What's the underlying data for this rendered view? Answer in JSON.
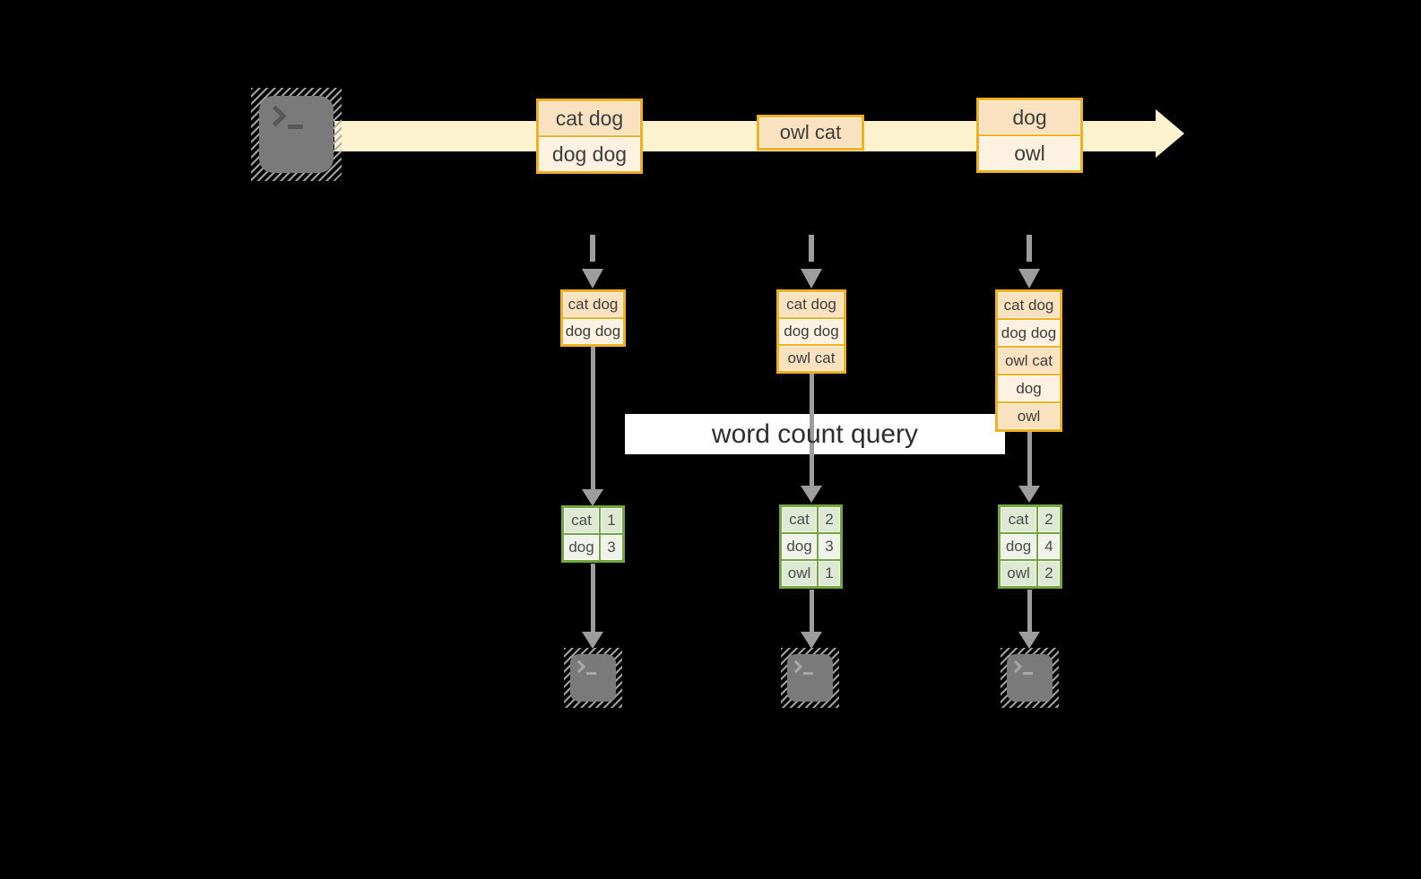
{
  "stream": {
    "batches": [
      {
        "rows": [
          "cat dog",
          "dog dog"
        ]
      },
      {
        "rows": [
          "owl cat"
        ]
      },
      {
        "rows": [
          "dog",
          "owl"
        ]
      }
    ]
  },
  "query_label": "word count query",
  "columns": [
    {
      "input": [
        "cat dog",
        "dog dog"
      ],
      "counts": [
        {
          "word": "cat",
          "count": "1"
        },
        {
          "word": "dog",
          "count": "3"
        }
      ]
    },
    {
      "input": [
        "cat dog",
        "dog dog",
        "owl cat"
      ],
      "counts": [
        {
          "word": "cat",
          "count": "2"
        },
        {
          "word": "dog",
          "count": "3"
        },
        {
          "word": "owl",
          "count": "1"
        }
      ]
    },
    {
      "input": [
        "cat dog",
        "dog dog",
        "owl cat",
        "dog",
        "owl"
      ],
      "counts": [
        {
          "word": "cat",
          "count": "2"
        },
        {
          "word": "dog",
          "count": "4"
        },
        {
          "word": "owl",
          "count": "2"
        }
      ]
    }
  ],
  "colors": {
    "background": "#000000",
    "stream_band": "#fdf2d0",
    "record_border": "#f2b01d",
    "record_fill_dark": "#fae2c1",
    "record_fill_light": "#fdf1e2",
    "table_border": "#72a73f",
    "table_fill_dark": "#dee9d4",
    "table_fill_light": "#eff3ea",
    "arrow_gray": "#9d9d9d",
    "query_band": "#ffffff"
  }
}
